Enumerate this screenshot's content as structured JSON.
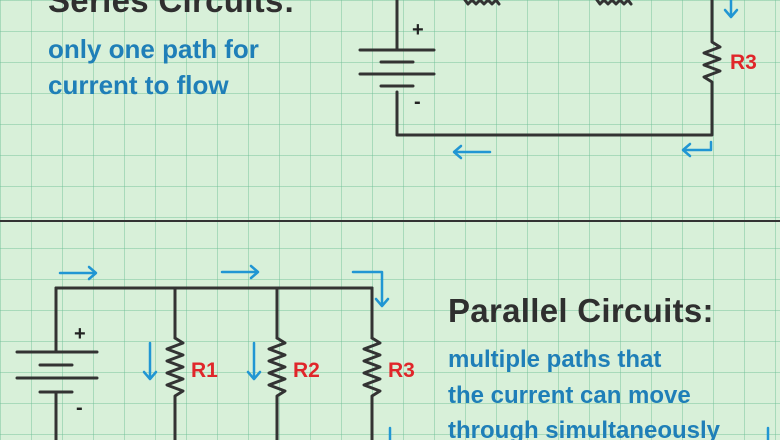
{
  "series": {
    "title": "Series Circuits:",
    "description_lines": [
      "only one path for",
      "current to flow"
    ],
    "battery_plus": "+",
    "battery_minus": "-",
    "resistor_label": "R3"
  },
  "parallel": {
    "title": "Parallel Circuits:",
    "description_lines": [
      "multiple paths that",
      "the current can move",
      "through simultaneously"
    ],
    "battery_plus": "+",
    "battery_minus": "-",
    "resistor_labels": [
      "R1",
      "R2",
      "R3"
    ]
  },
  "colors": {
    "background": "#d8f0d9",
    "wire": "#333333",
    "arrow": "#2196d3",
    "label_red": "#e0262a",
    "text_blue": "#1f7fb8"
  }
}
